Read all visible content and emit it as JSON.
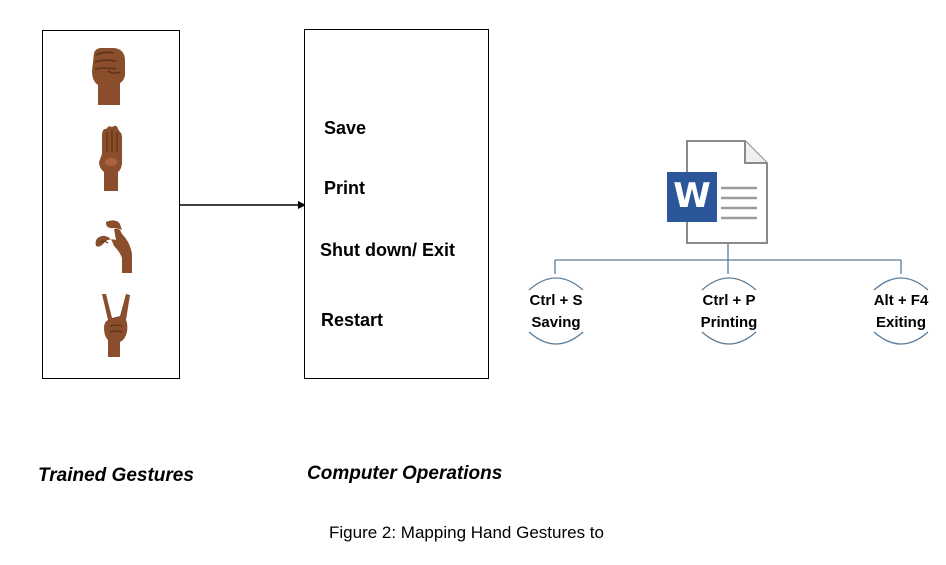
{
  "gestures": {
    "caption": "Trained Gestures",
    "icons": [
      "fist-gesture-icon",
      "open-palm-gesture-icon",
      "c-shape-gesture-icon",
      "v-sign-gesture-icon"
    ]
  },
  "operations": {
    "caption": "Computer Operations",
    "items": [
      "Save",
      "Print",
      "Shut down/ Exit",
      "Restart"
    ]
  },
  "word": {
    "letter": "W",
    "accent": "#2B579A",
    "shortcuts": [
      {
        "keys": "Ctrl + S",
        "action": "Saving"
      },
      {
        "keys": "Ctrl + P",
        "action": "Printing"
      },
      {
        "keys": "Alt + F4",
        "action": "Exiting"
      }
    ]
  },
  "figure_caption": "Figure 2: Mapping Hand Gestures to",
  "colors": {
    "skin": "#8a4e2c",
    "skin_dark": "#5e3118",
    "connector": "#5b7d99"
  }
}
